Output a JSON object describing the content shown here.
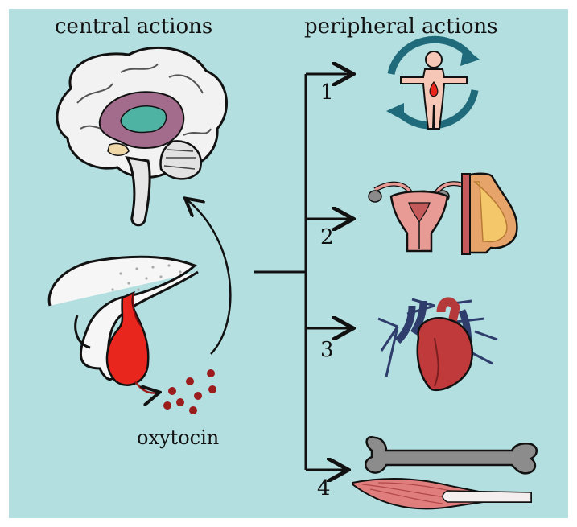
{
  "headings": {
    "central": "central actions",
    "peripheral": "peripheral actions"
  },
  "branches": [
    "1",
    "2",
    "3",
    "4"
  ],
  "hormone_label": "oxytocin",
  "icons": {
    "brain": "brain-icon",
    "pituitary": "pituitary-gland-icon",
    "metabolism": "body-metabolism-cycle-icon",
    "uterus": "uterus-icon",
    "breast": "breast-icon",
    "heart": "heart-icon",
    "bone": "bone-icon",
    "muscle": "muscle-icon"
  },
  "colors": {
    "background": "#b4dfe0",
    "oxytocin_dots": "#9b1c1c",
    "pituitary": "#e8261e",
    "cycle_arrows": "#1f6b7b"
  }
}
